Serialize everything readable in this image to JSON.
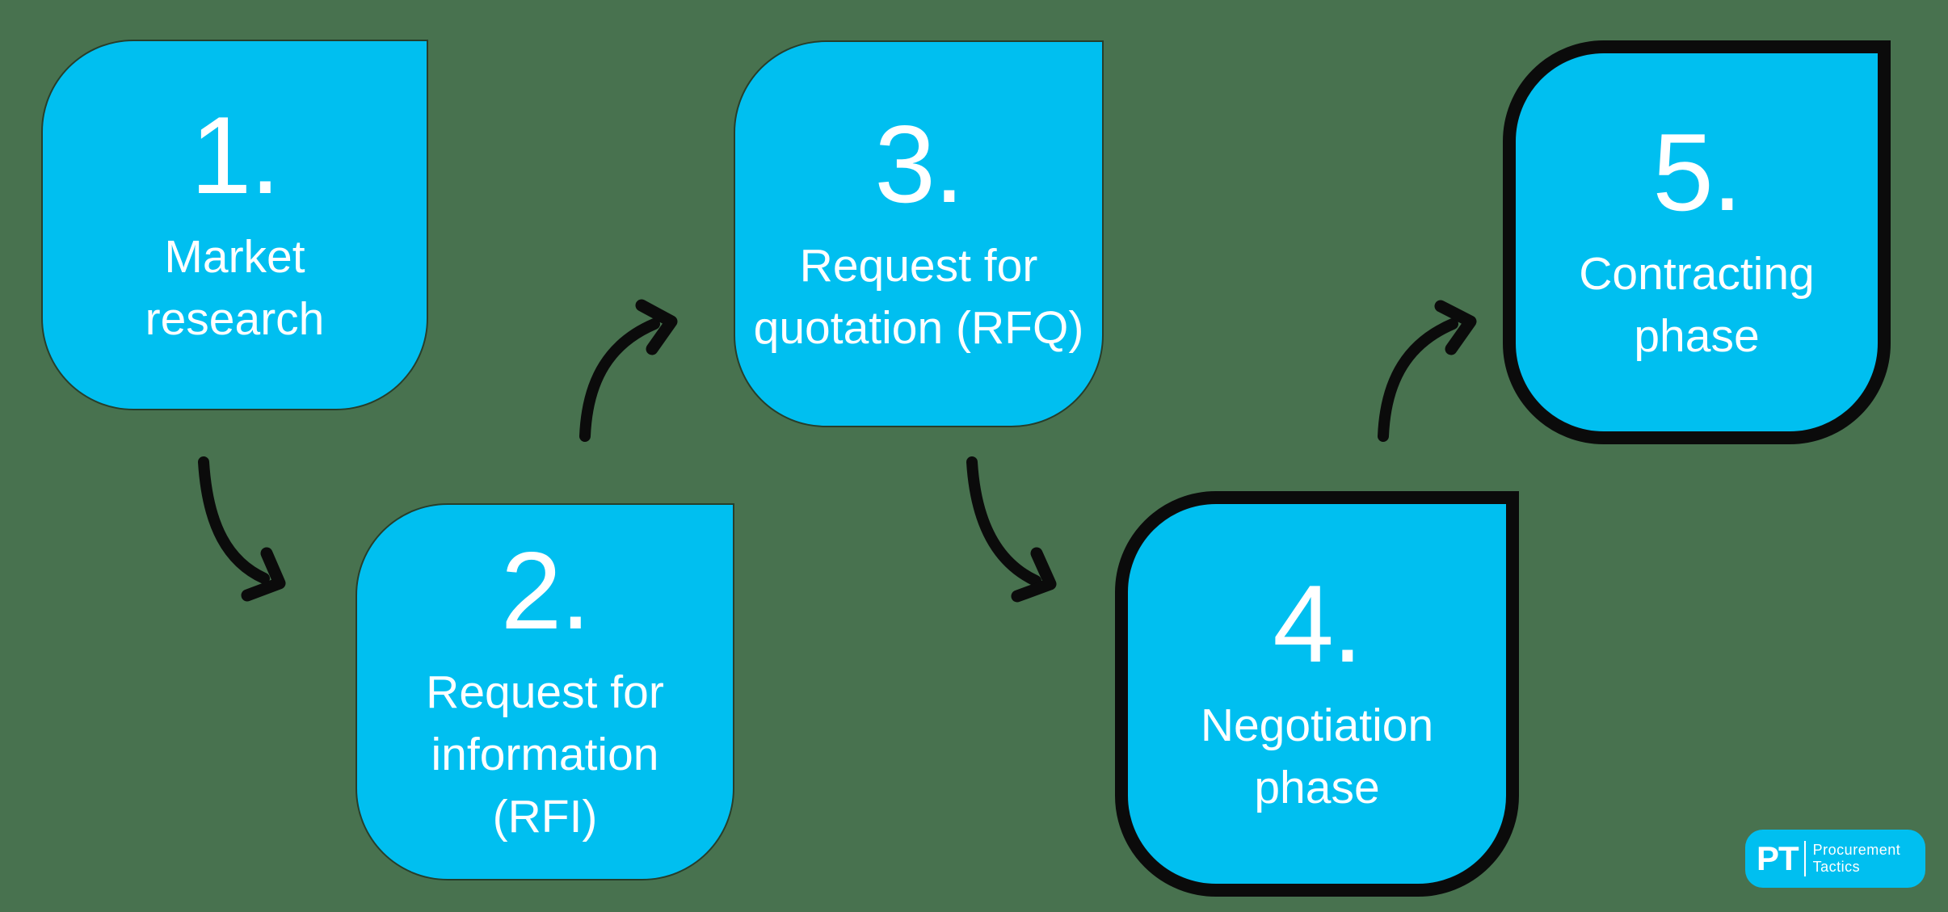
{
  "diagram": {
    "description": "Five-step procurement / tender process flow",
    "steps": [
      {
        "number": "1.",
        "lines": [
          "Market",
          "research"
        ]
      },
      {
        "number": "2.",
        "lines": [
          "Request for",
          "information",
          "(RFI)"
        ]
      },
      {
        "number": "3.",
        "lines": [
          "Request for",
          "quotation (RFQ)"
        ]
      },
      {
        "number": "4.",
        "lines": [
          "Negotiation",
          "phase"
        ]
      },
      {
        "number": "5.",
        "lines": [
          "Contracting",
          "phase"
        ]
      }
    ]
  },
  "logo": {
    "monogram": "PT",
    "name_line1": "Procurement",
    "name_line2": "Tactics"
  },
  "colors": {
    "background": "#48724F",
    "box_fill": "#00BFF0",
    "outline_and_arrows": "#0B0B0B",
    "text": "#FFFFFF"
  }
}
